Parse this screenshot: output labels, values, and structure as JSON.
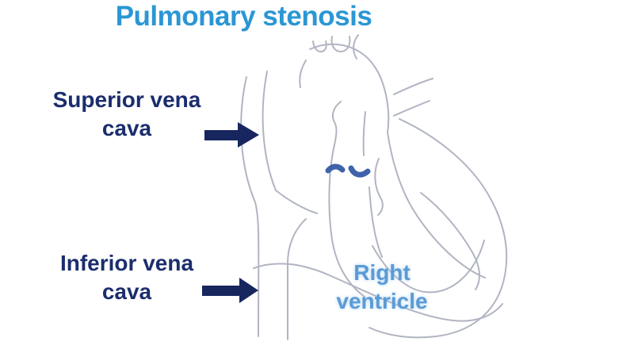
{
  "title": "Pulmonary stenosis",
  "labels": {
    "superior_vena_cava": "Superior vena\ncava",
    "inferior_vena_cava": "Inferior vena\ncava",
    "right_ventricle": "Right\nventricle"
  },
  "icons": {
    "superior_arrow": "right-arrow",
    "inferior_arrow": "right-arrow",
    "valve_marks": "stenotic-pulmonary-valve-cusps"
  },
  "colors": {
    "title": "#2b96d4",
    "label_navy": "#1b2d6e",
    "arrow_navy": "#17265f",
    "right_ventricle_blue": "#5b9bd5",
    "heart_outline": "#b1b5c2",
    "valve_highlight": "#3f62ab",
    "background": "#ffffff"
  }
}
